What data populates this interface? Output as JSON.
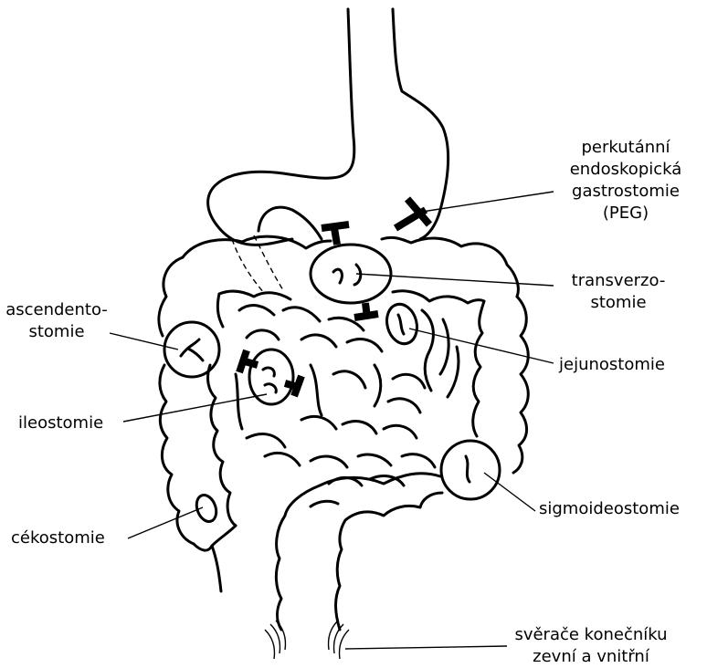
{
  "labels": {
    "peg_line1": "perkutánní",
    "peg_line2": "endoskopická",
    "peg_line3": "gastrostomie",
    "peg_line4": "(PEG)",
    "transverzo_line1": "transverzo-",
    "transverzo_line2": "stomie",
    "ascendento_line1": "ascendento-",
    "ascendento_line2": "stomie",
    "jejunostomie": "jejunostomie",
    "ileostomie": "ileostomie",
    "sigmoideostomie": "sigmoideostomie",
    "cekostomie": "cékostomie",
    "sveraci_line1": "svěrače konečníku",
    "sveraci_line2": "zevní a vnitřní"
  }
}
